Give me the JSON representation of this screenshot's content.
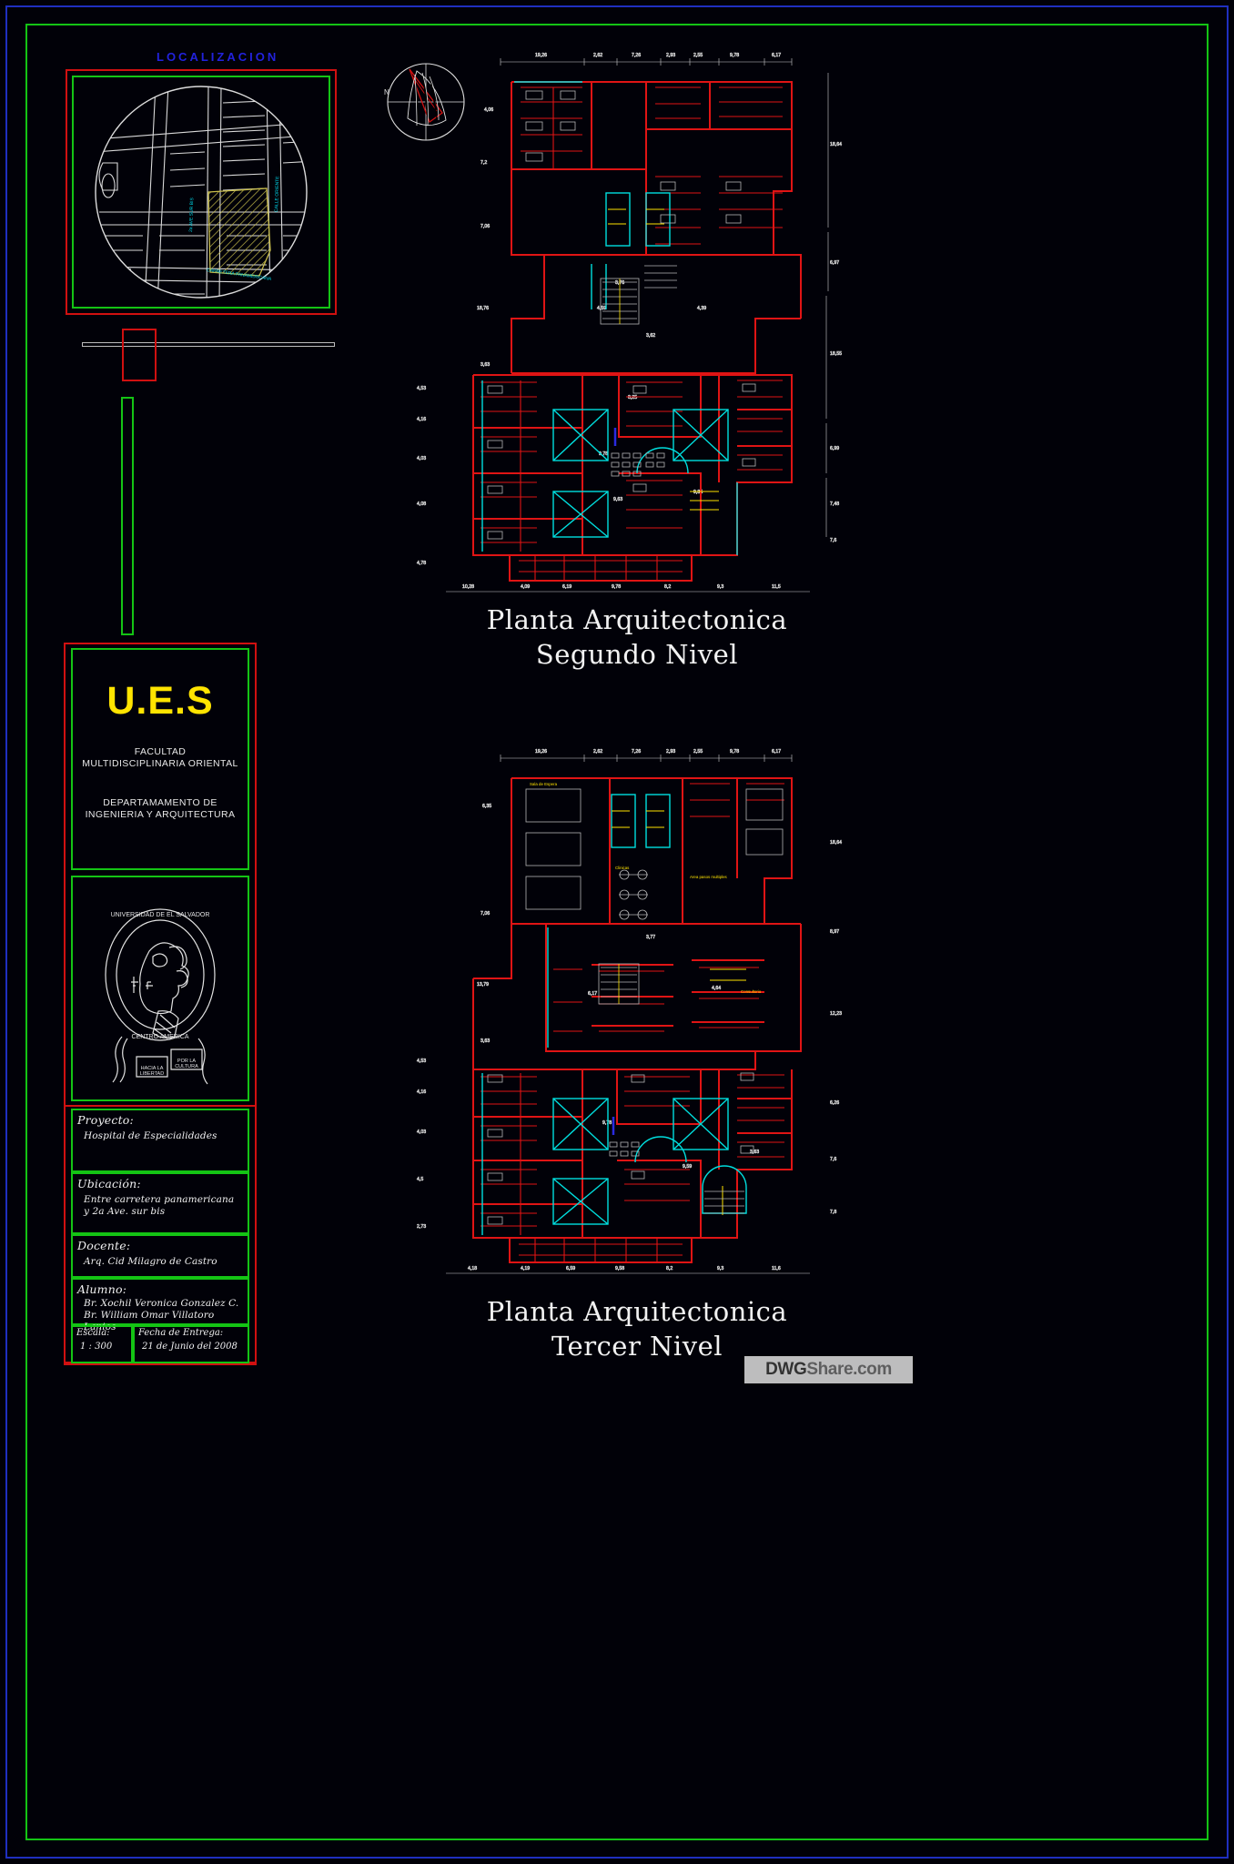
{
  "sheet": {
    "background_color": "#000000",
    "frame_outer_color": "#1f2fbf",
    "frame_inner_color": "#14c414",
    "accent_red": "#d01010",
    "accent_yellow": "#ffe400",
    "accent_cyan": "#00e5e5"
  },
  "localizacion": {
    "title": "LOCALIZACION",
    "title_color": "#2222dd",
    "street_labels": [
      "2a AVE. SUR BIS",
      "CALLE ORIENTE",
      "CARRETERA PANAMERICANA"
    ],
    "site_fill_color": "#c8bd4a"
  },
  "titleblock": {
    "institution": "U.E.S",
    "faculty_line1": "FACULTAD",
    "faculty_line2": "MULTIDISCIPLINARIA ORIENTAL",
    "department_line1": "DEPARTAMAMENTO DE",
    "department_line2": "INGENIERIA Y ARQUITECTURA",
    "seal_text_top": "UNIVERSIDAD DE EL SALVADOR",
    "seal_text_bottom": "CENTRO AMERICA",
    "seal_ribbon_left": "HACIA LA LIBERTAD",
    "seal_ribbon_center": "POR LA CULTURA",
    "seal_ribbon_right": "POR LA CULTURA",
    "rows": [
      {
        "label": "Proyecto:",
        "value": "Hospital de Especialidades"
      },
      {
        "label": "Ubicación:",
        "value": "Entre carretera panamericana\ny 2a Ave. sur bis"
      },
      {
        "label": "Docente:",
        "value": "Arq. Cid Milagro de Castro"
      },
      {
        "label": "Alumno:",
        "value": "Br. Xochil Veronica Gonzalez C.\nBr. William Omar Villatoro Lanios"
      }
    ],
    "escala_label": "Escala:",
    "escala_value": "1 : 300",
    "fecha_label": "Fecha de Entrega:",
    "fecha_value": "21 de Junio del 2008"
  },
  "plans": [
    {
      "id": "segundo-nivel",
      "title_line1": "Planta Arquitectonica",
      "title_line2": "Segundo Nivel",
      "top_dimensions": [
        "19,26",
        "2,62",
        "7,26",
        "2,93",
        "2,55",
        "9,78",
        "6,17"
      ],
      "right_dimensions": [
        "18,64",
        "6,97",
        "18,55",
        "6,99",
        "7,48",
        "7,6"
      ],
      "left_dimensions": [
        "4,06",
        "7,2",
        "7,06",
        "18,76",
        "3,63",
        "4,53",
        "4,16",
        "4,03",
        "4,08",
        "4,78"
      ],
      "bottom_dimensions": [
        "10,28",
        "4,09",
        "6,19",
        "9,78",
        "8,2",
        "9,3",
        "11,5"
      ],
      "inner_dimensions": [
        "3,76",
        "4,59",
        "4,59",
        "3,62",
        "4,39",
        "3,25",
        "9,78",
        "9,63",
        "9,35"
      ]
    },
    {
      "id": "tercer-nivel",
      "title_line1": "Planta Arquitectonica",
      "title_line2": "Tercer Nivel",
      "top_dimensions": [
        "19,26",
        "2,62",
        "7,26",
        "2,93",
        "2,55",
        "9,78",
        "6,17"
      ],
      "right_dimensions": [
        "18,64",
        "8,97",
        "12,23",
        "6,26",
        "7,6",
        "7,8"
      ],
      "left_dimensions": [
        "6,35",
        "7,06",
        "13,79",
        "3,63",
        "4,53",
        "4,16",
        "4,03",
        "4,5",
        "2,73"
      ],
      "bottom_dimensions": [
        "4,18",
        "4,19",
        "6,59",
        "9,58",
        "8,2",
        "9,3",
        "11,6"
      ],
      "inner_dimensions": [
        "3,77",
        "6,17",
        "4,64",
        "9,78",
        "9,59",
        "3,63"
      ]
    }
  ],
  "north_arrow": {
    "label": "N"
  },
  "watermark": {
    "prefix": "DWG",
    "suffix": "Share.com"
  }
}
